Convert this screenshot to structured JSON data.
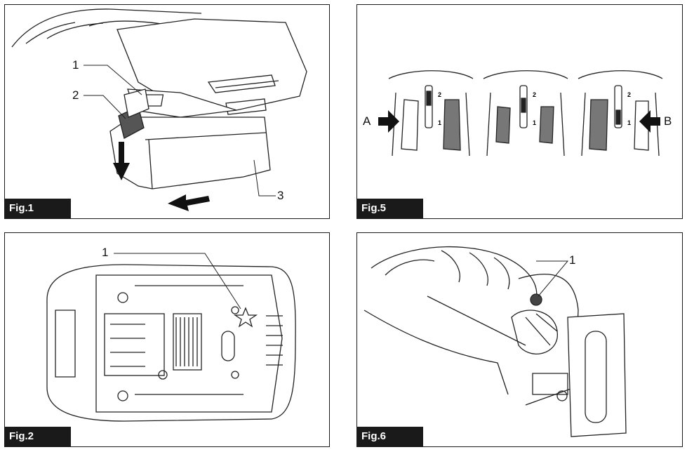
{
  "figures": [
    {
      "label": "Fig.1",
      "callouts": [
        "1",
        "2",
        "3"
      ]
    },
    {
      "label": "Fig.5",
      "callouts": [
        "A",
        "B"
      ],
      "scale_marks": [
        "2",
        "1"
      ]
    },
    {
      "label": "Fig.2",
      "callouts": [
        "1"
      ]
    },
    {
      "label": "Fig.6",
      "callouts": [
        "1"
      ]
    }
  ]
}
